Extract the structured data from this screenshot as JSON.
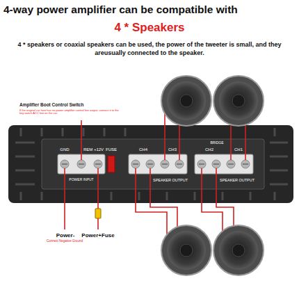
{
  "diagram": {
    "title": "4-way power amplifier can be compatible with",
    "labels": [
      "4 * Speakers",
      "4 * speakers or coaxial speakers can be used, the power of the tweeter is small, and they areusually connected to the speaker.",
      "Amplifier Boot Control Switch",
      "If the original car host has no power amplifier control line output, connect it to the key switch ACC line on the car.",
      "GND",
      "REM",
      "+12V",
      "FUSE",
      "POWER INPUT",
      "CH4",
      "CH3",
      "BRIDGE",
      "CH2",
      "CH1",
      "SPEAKER OUTPUT",
      "SPEAKER OUTPUT",
      "Power-",
      "Connect Negative Ground",
      "Power+Fuse"
    ]
  }
}
